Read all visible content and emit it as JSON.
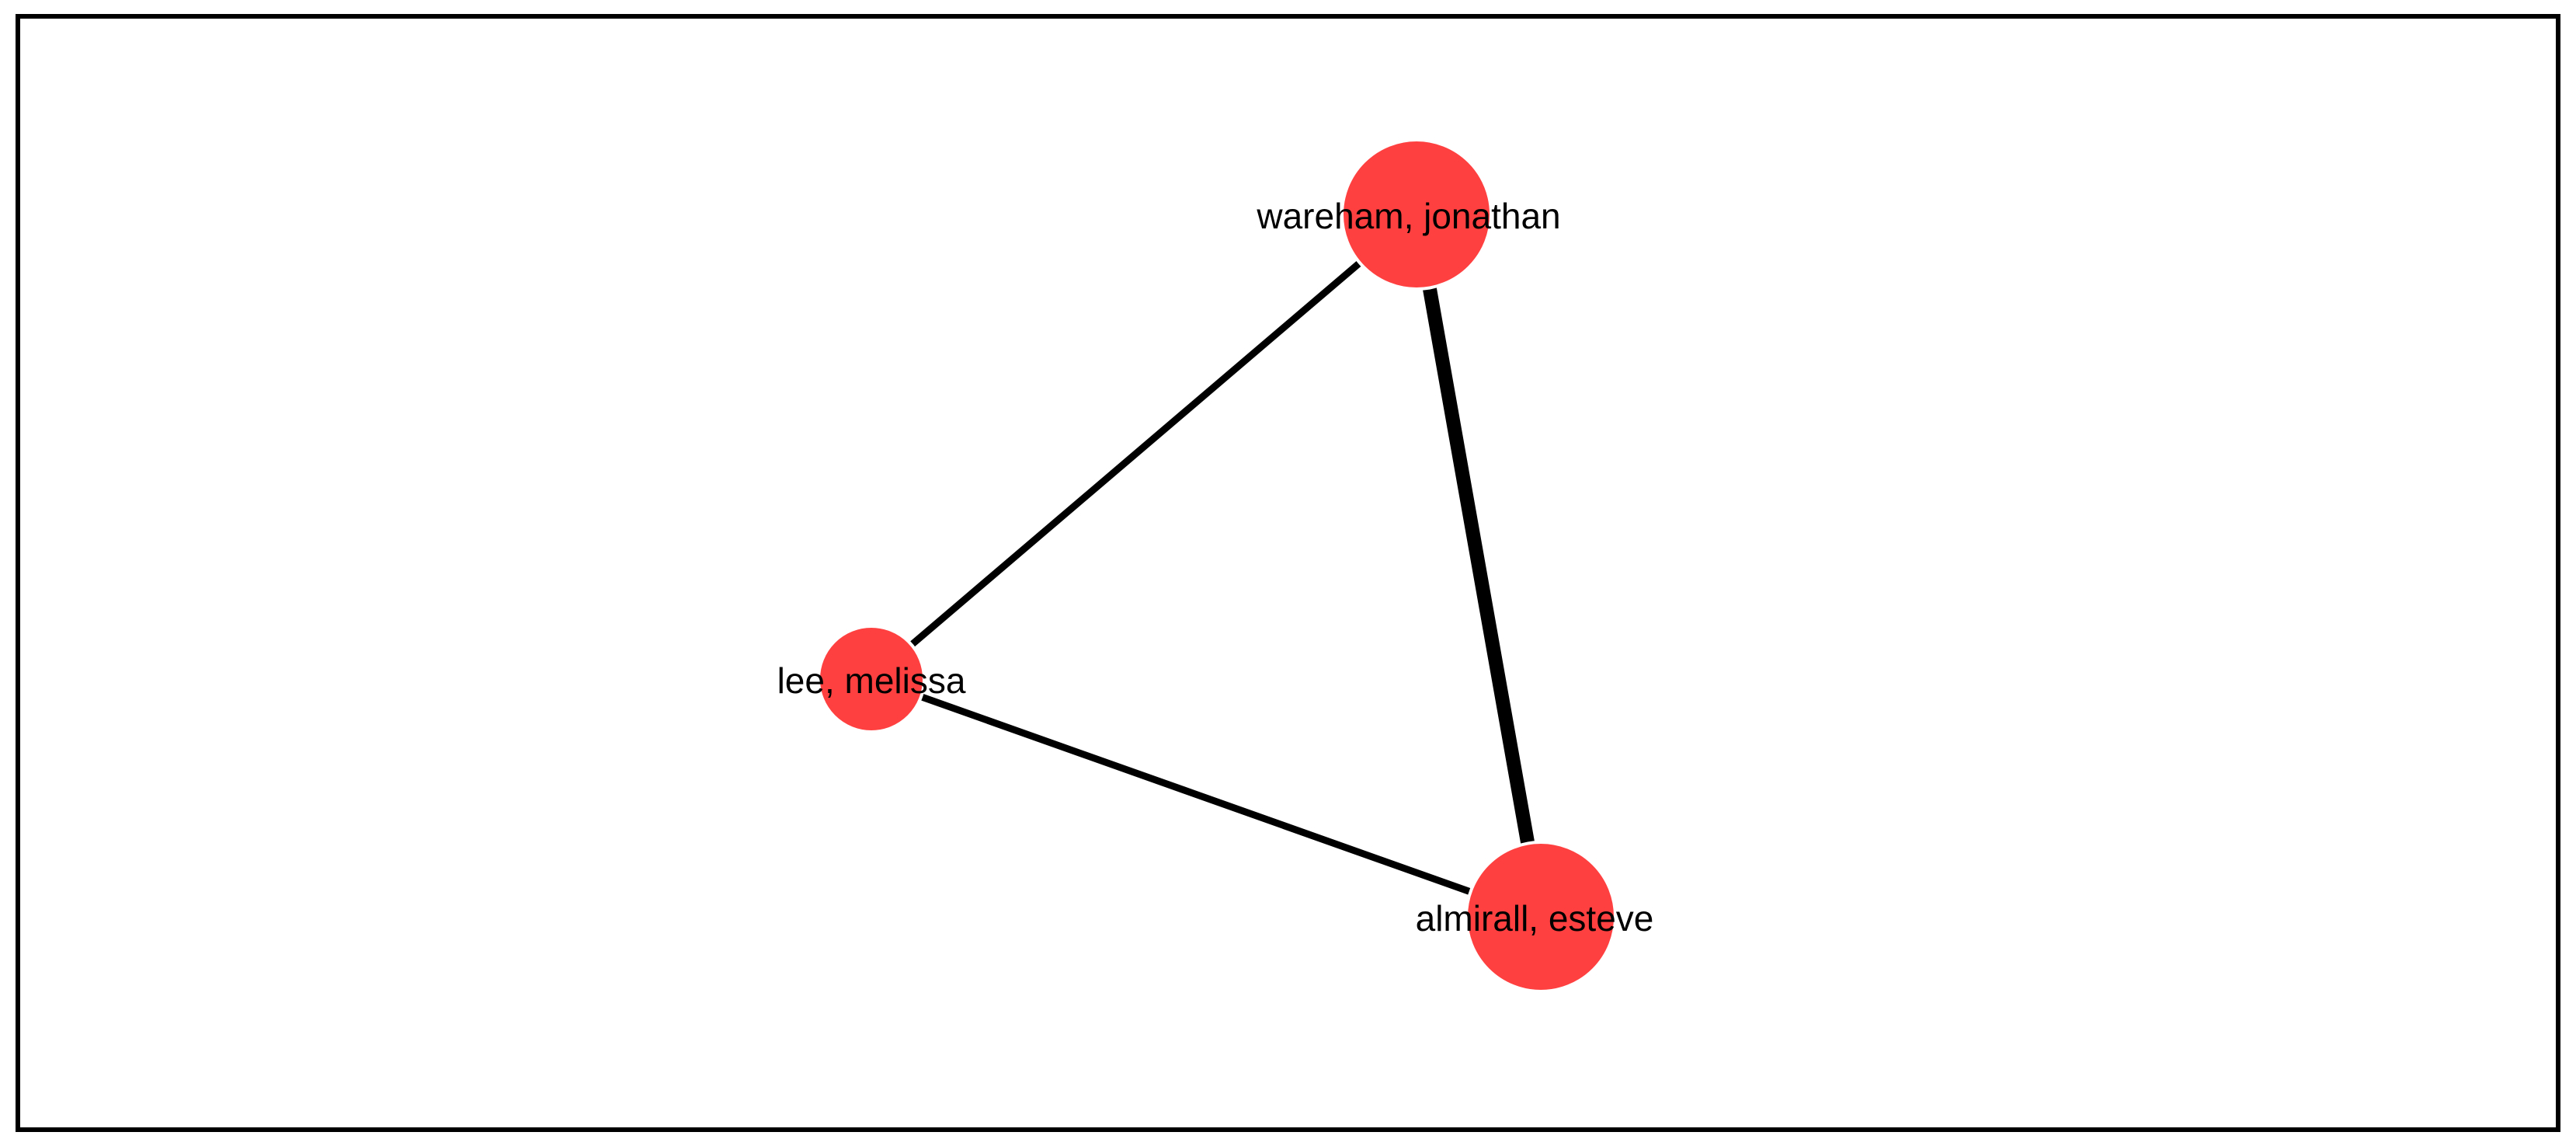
{
  "graph": {
    "node_color": "#ff4040",
    "edge_color": "#000000",
    "nodes": [
      {
        "id": "wareham",
        "label": "wareham, jonathan"
      },
      {
        "id": "lee",
        "label": "lee, melissa"
      },
      {
        "id": "almirall",
        "label": "almirall, esteve"
      }
    ],
    "edges": [
      {
        "source": "wareham",
        "target": "lee",
        "weight": 1
      },
      {
        "source": "wareham",
        "target": "almirall",
        "weight": 2
      },
      {
        "source": "lee",
        "target": "almirall",
        "weight": 1
      }
    ]
  }
}
